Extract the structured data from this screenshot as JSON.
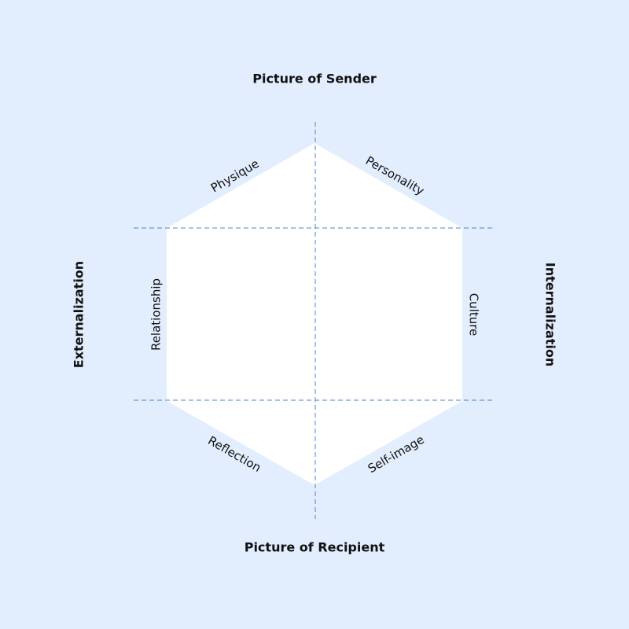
{
  "diagram": {
    "top_label": "Picture of Sender",
    "bottom_label": "Picture of Recipient",
    "left_label": "Externalization",
    "right_label": "Internalization",
    "facets": {
      "upper_left": "Physique",
      "upper_right": "Personality",
      "left": "Relationship",
      "right": "Culture",
      "lower_left": "Reflection",
      "lower_right": "Self-image"
    },
    "colors": {
      "background": "#e2edfd",
      "hexagon_fill": "#ffffff",
      "guide_line": "#4a86c8",
      "text": "#111111"
    }
  }
}
